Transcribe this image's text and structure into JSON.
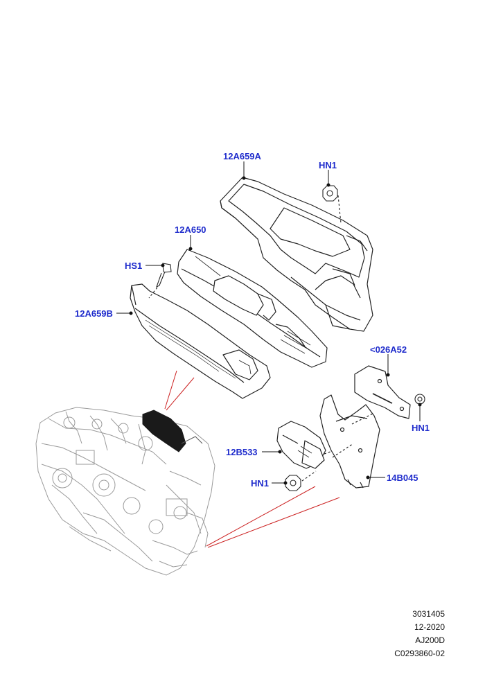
{
  "colors": {
    "callout_text": "#1f2ccc",
    "leader_line": "#111111",
    "detail_line": "#cc2222",
    "linework": "#222222",
    "engine_linework": "#9a9a9a",
    "dark_module": "#1a1a1a"
  },
  "callouts": [
    {
      "id": "12A659A",
      "label": "12A659A"
    },
    {
      "id": "HN1-top",
      "label": "HN1"
    },
    {
      "id": "12A650",
      "label": "12A650"
    },
    {
      "id": "HS1",
      "label": "HS1"
    },
    {
      "id": "12A659B",
      "label": "12A659B"
    },
    {
      "id": "026A52",
      "label": "<026A52"
    },
    {
      "id": "HN1-right",
      "label": "HN1"
    },
    {
      "id": "12B533",
      "label": "12B533"
    },
    {
      "id": "HN1-bottom",
      "label": "HN1"
    },
    {
      "id": "14B045",
      "label": "14B045"
    }
  ],
  "footer": {
    "line1": "3031405",
    "line2": "12-2020",
    "line3": "AJ200D",
    "line4": "C0293860-02"
  }
}
